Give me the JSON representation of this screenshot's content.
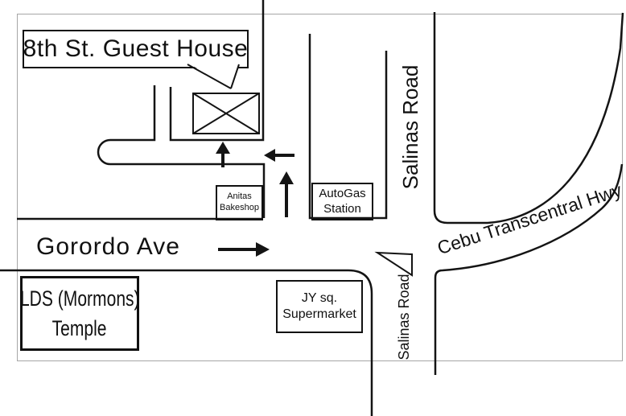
{
  "map": {
    "callout_title": "8th St. Guest House",
    "roads": {
      "gorordo": "Gorordo Ave",
      "salinas_upper": "Salinas Road",
      "salinas_lower": "Salinas Road",
      "cebu_hwy": "Cebu Transcentral Hwy"
    },
    "places": {
      "anitas": {
        "line1": "Anitas",
        "line2": "Bakeshop"
      },
      "autogas": {
        "line1": "AutoGas",
        "line2": "Station"
      },
      "jy": {
        "line1": "JY sq.",
        "line2": "Supermarket"
      },
      "lds": {
        "line1": "LDS (Mormons)",
        "line2": "Temple"
      }
    },
    "icons": {
      "guest_house_marker": "crossed-box",
      "direction_arrows": [
        "up-arrow-to-guesthouse",
        "left-arrow-from-salinas",
        "up-arrow-from-gorordo",
        "right-arrow-gorordo"
      ],
      "junction_marker": "triangle"
    },
    "colors": {
      "line": "#141414",
      "frame": "#a6a6a6",
      "background": "#ffffff"
    }
  }
}
